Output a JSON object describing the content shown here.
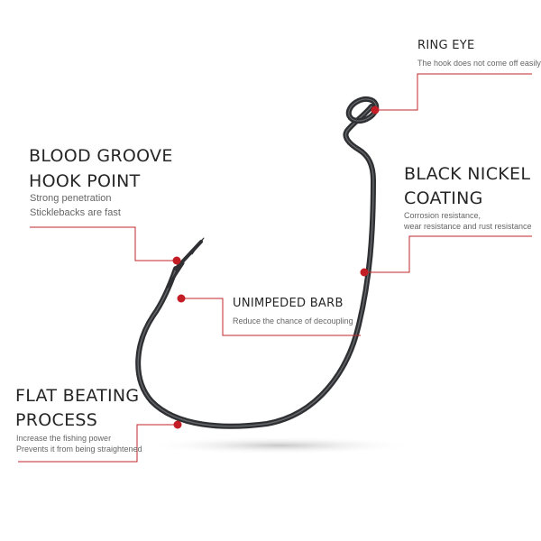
{
  "colors": {
    "leader": "#c0262b",
    "dot": "#c31d25",
    "hook": "#2f3033",
    "hook_highlight": "#8a8c90"
  },
  "callouts": {
    "ring_eye": {
      "title": "RING EYE",
      "desc": "The hook does not come off easily"
    },
    "blood_groove": {
      "title_line1": "BLOOD GROOVE",
      "title_line2": "HOOK POINT",
      "desc_line1": "Strong penetration",
      "desc_line2": "Sticklebacks are fast"
    },
    "black_nickel": {
      "title_line1": "BLACK NICKEL",
      "title_line2": "COATING",
      "desc_line1": "Corrosion resistance,",
      "desc_line2": "wear resistance and rust resistance"
    },
    "unimpeded_barb": {
      "title": "UNIMPEDED BARB",
      "desc": "Reduce the chance of decoupling"
    },
    "flat_beating": {
      "title_line1": "FLAT BEATING",
      "title_line2": "PROCESS",
      "desc_line1": "Increase the fishing power",
      "desc_line2": "Prevents it from being straightened"
    }
  }
}
